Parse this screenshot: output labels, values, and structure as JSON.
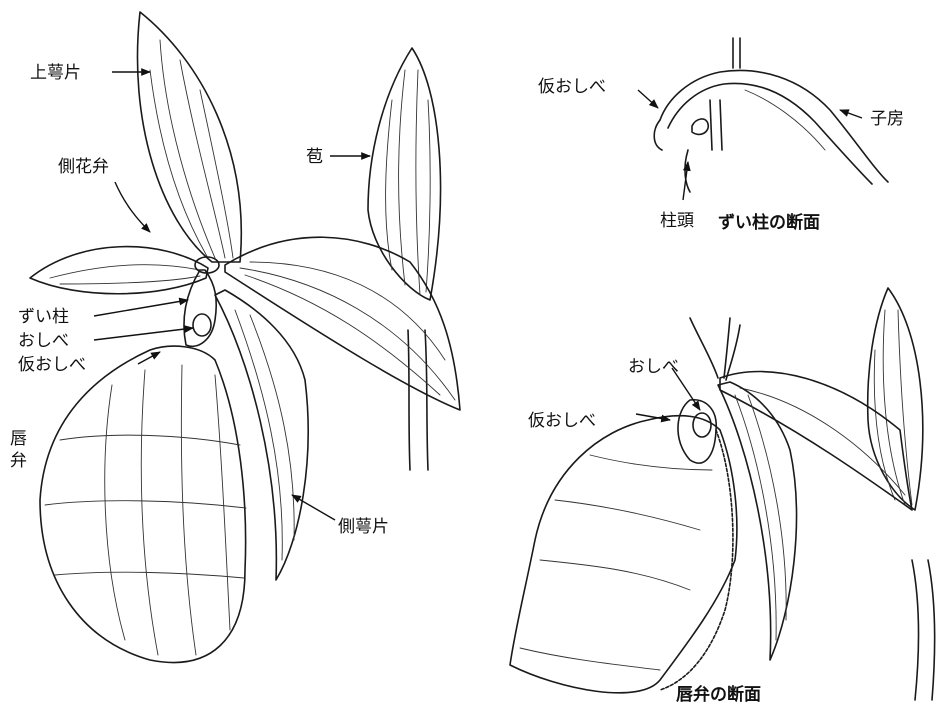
{
  "labels": {
    "upper_sepal": "上萼片",
    "lateral_petal": "側花弁",
    "bract": "苞",
    "column": "ずい柱",
    "stamen": "おしべ",
    "staminode": "仮おしべ",
    "lip_line1": "唇",
    "lip_line2": "弁",
    "lateral_sepal": "側萼片",
    "xs_staminode": "仮おしべ",
    "ovary": "子房",
    "stigma": "柱頭",
    "lip_stamen": "おしべ",
    "lip_staminode": "仮おしべ"
  },
  "captions": {
    "column_section": "ずい柱の断面",
    "lip_section": "唇弁の断面"
  }
}
